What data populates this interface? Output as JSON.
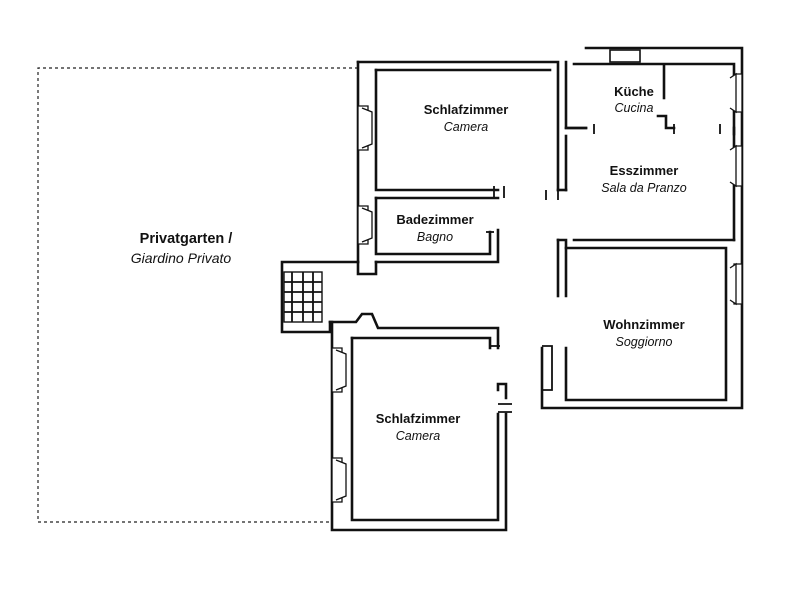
{
  "floor_plan": {
    "garden": {
      "label_de": "Privatgarten /",
      "label_it": "Giardino Privato"
    },
    "rooms": [
      {
        "id": "bedroom_top",
        "label_de": "Schlafzimmer",
        "label_it": "Camera"
      },
      {
        "id": "kitchen",
        "label_de": "Küche",
        "label_it": "Cucina"
      },
      {
        "id": "dining",
        "label_de": "Esszimmer",
        "label_it": "Sala da Pranzo"
      },
      {
        "id": "bathroom",
        "label_de": "Badezimmer",
        "label_it": "Bagno"
      },
      {
        "id": "living",
        "label_de": "Wohnzimmer",
        "label_it": "Soggiorno"
      },
      {
        "id": "bedroom_bottom",
        "label_de": "Schlafzimmer",
        "label_it": "Camera"
      }
    ]
  }
}
